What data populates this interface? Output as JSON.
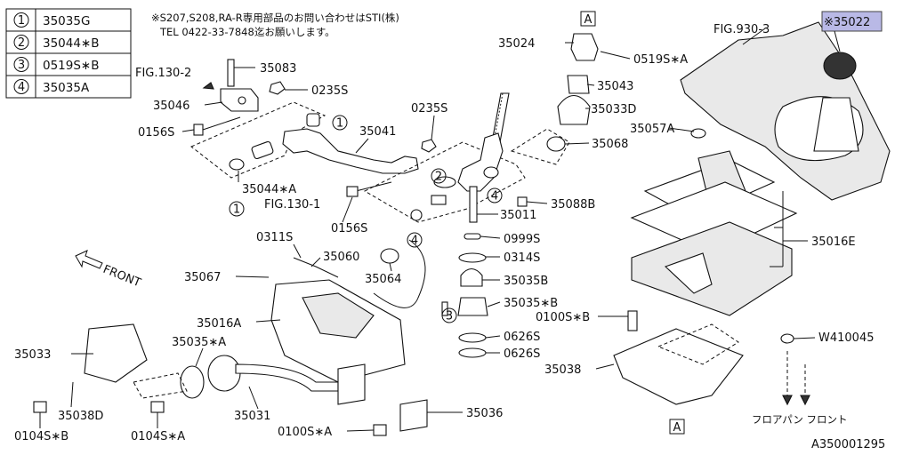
{
  "legend": [
    {
      "num": "1",
      "part": "35035G"
    },
    {
      "num": "2",
      "part": "35044∗B"
    },
    {
      "num": "3",
      "part": "0519S∗B"
    },
    {
      "num": "4",
      "part": "35035A"
    }
  ],
  "note_line1": "※S207,S208,RA-R専用部品のお問い合わせはSTI(株)",
  "note_line2": "TEL 0422-33-7848迄お願いします。",
  "highlight_label": "※35022",
  "highlight_color": "#b9b9e6",
  "front_arrow_text": "FRONT",
  "floor_front_text": "フロアパン フロント",
  "diagram_id": "A350001295",
  "ref_box": "A",
  "labels": [
    "FIG.130-2",
    "35083",
    "0235S",
    "35046",
    "0156S",
    "35041",
    "0235S",
    "35044∗A",
    "FIG.130-1",
    "0156S",
    "0311S",
    "35060",
    "35067",
    "35064",
    "35016A",
    "35033",
    "35035∗A",
    "35038D",
    "35031",
    "0104S∗B",
    "0104S∗A",
    "0100S∗A",
    "35036",
    "35024",
    "0519S∗A",
    "35043",
    "35033D",
    "35057A",
    "35068",
    "35088B",
    "35011",
    "0999S",
    "0314S",
    "35035B",
    "35035∗B",
    "0626S",
    "0626S",
    "FIG.930-3",
    "35016E",
    "0100S∗B",
    "W410045",
    "35038"
  ],
  "circle_callouts": [
    "1",
    "1",
    "2",
    "4",
    "4",
    "3"
  ]
}
